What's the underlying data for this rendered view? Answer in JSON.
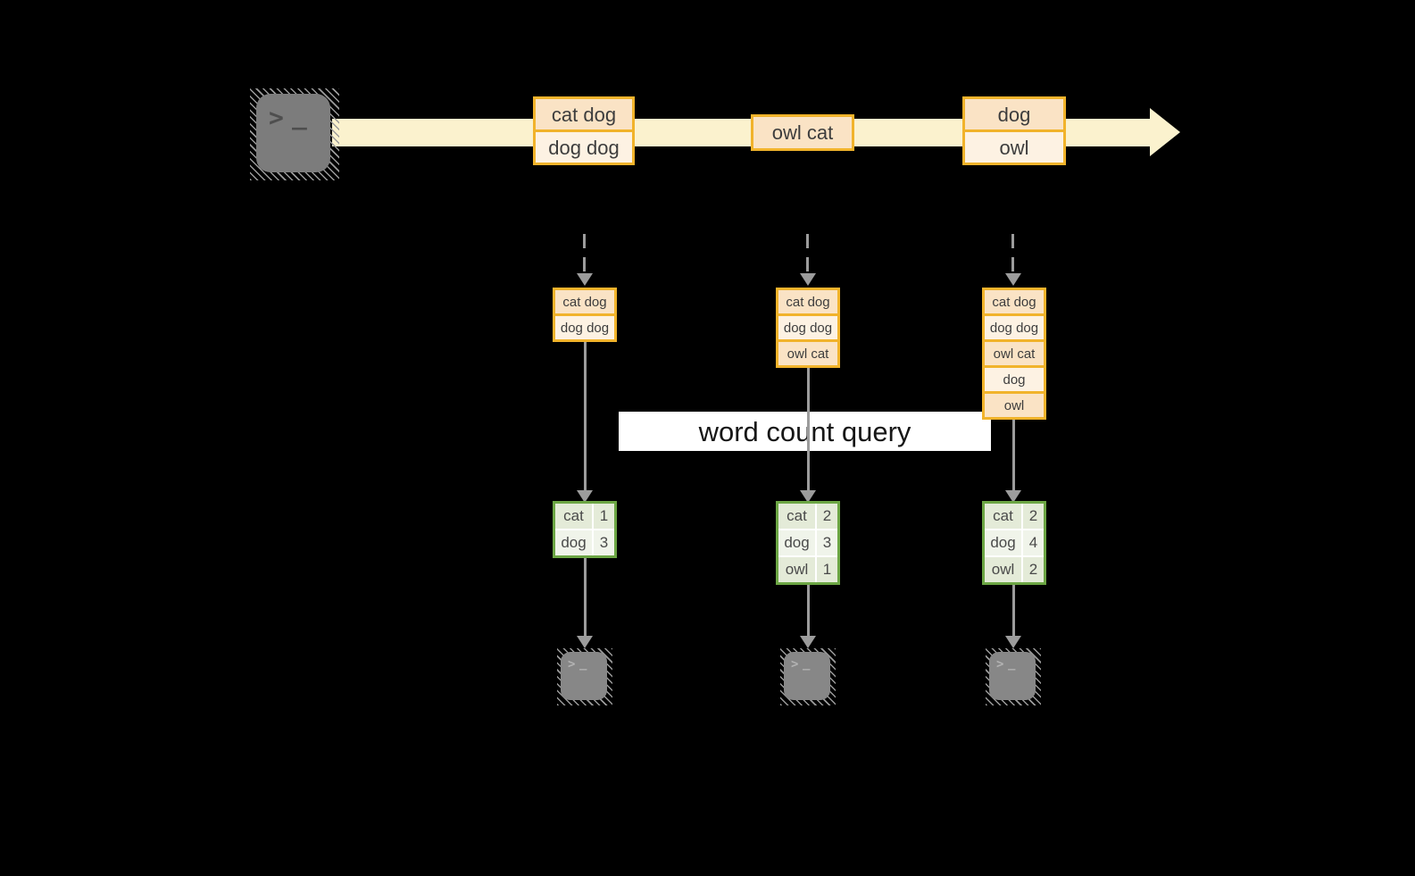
{
  "colors": {
    "bg": "#000000",
    "orange": "#F1B32B",
    "cell_dark": "#FAE3C5",
    "cell_light": "#FDF2E3",
    "stream": "#FBF2CE",
    "green": "#6CA644",
    "green_dark": "#E4EBD8",
    "green_light": "#F0F4EA",
    "arrow": "#9C9C9C",
    "text": "#3D3D3D",
    "gtext": "#4A4A4A",
    "query_bg": "#FFFFFF",
    "query_text": "#161616",
    "hatch": "#9A9A9A",
    "icon_body": "#7C7C7C",
    "icon_body_sm": "#878787",
    "glyph_dark": "#4E4E4E",
    "glyph_light": "#B3B3B3"
  },
  "icon_glyph": {
    "chevron": ">",
    "underscore": "_"
  },
  "stream": {
    "records": [
      {
        "lines": [
          "cat dog",
          "dog dog"
        ]
      },
      {
        "lines": [
          "owl cat"
        ]
      },
      {
        "lines": [
          "dog",
          "owl"
        ]
      }
    ]
  },
  "query_label": "word count query",
  "columns": [
    {
      "buffer": [
        "cat dog",
        "dog dog"
      ],
      "counts": [
        {
          "word": "cat",
          "count": "1"
        },
        {
          "word": "dog",
          "count": "3"
        }
      ]
    },
    {
      "buffer": [
        "cat dog",
        "dog dog",
        "owl cat"
      ],
      "counts": [
        {
          "word": "cat",
          "count": "2"
        },
        {
          "word": "dog",
          "count": "3"
        },
        {
          "word": "owl",
          "count": "1"
        }
      ]
    },
    {
      "buffer": [
        "cat dog",
        "dog dog",
        "owl cat",
        "dog",
        "owl"
      ],
      "counts": [
        {
          "word": "cat",
          "count": "2"
        },
        {
          "word": "dog",
          "count": "4"
        },
        {
          "word": "owl",
          "count": "2"
        }
      ]
    }
  ]
}
